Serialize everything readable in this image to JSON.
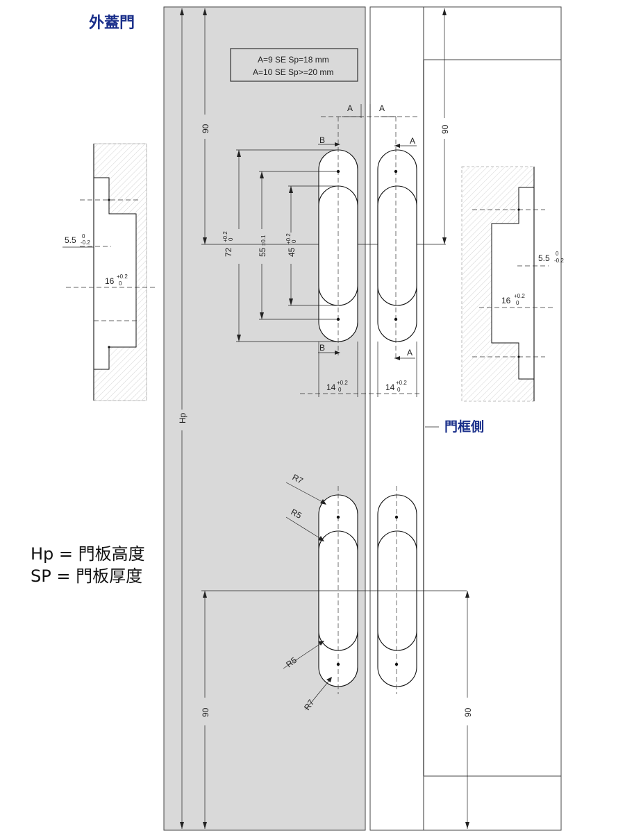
{
  "labels": {
    "door_side": "外蓋門",
    "frame_side": "門框側",
    "hp_def": "Hp = 門板高度",
    "sp_def": "SP = 門板厚度"
  },
  "spec_box": {
    "line1": "A=9 SE Sp=18 mm",
    "line2": "A=10 SE Sp>=20 mm"
  },
  "dims": {
    "top_90_left": "90",
    "top_90_right": "90",
    "bottom_90_left": "90",
    "bottom_90_right": "90",
    "hp": "Hp",
    "d72": "72",
    "d72_tol": "+0.2",
    "d72_tol_low": "0",
    "d55": "55",
    "d55_tol": "±0.1",
    "d45": "45",
    "d45_tol": "+0.2",
    "d45_tol_low": "0",
    "d14": "14",
    "d14_tol": "+0.2",
    "d14_tol_low": "0",
    "d16": "16",
    "d16_tol": "+0.2",
    "d16_tol_low": "0",
    "d5_5": "5.5",
    "d5_5_tol": "0",
    "d5_5_tol_low": "-0.2",
    "letter_a": "A",
    "letter_b": "B",
    "r7": "R7",
    "r5": "R5"
  },
  "colors": {
    "door_fill": "#d9d9d9",
    "title_blue": "#1a2f8a",
    "hatch": "#bdbdbd"
  }
}
